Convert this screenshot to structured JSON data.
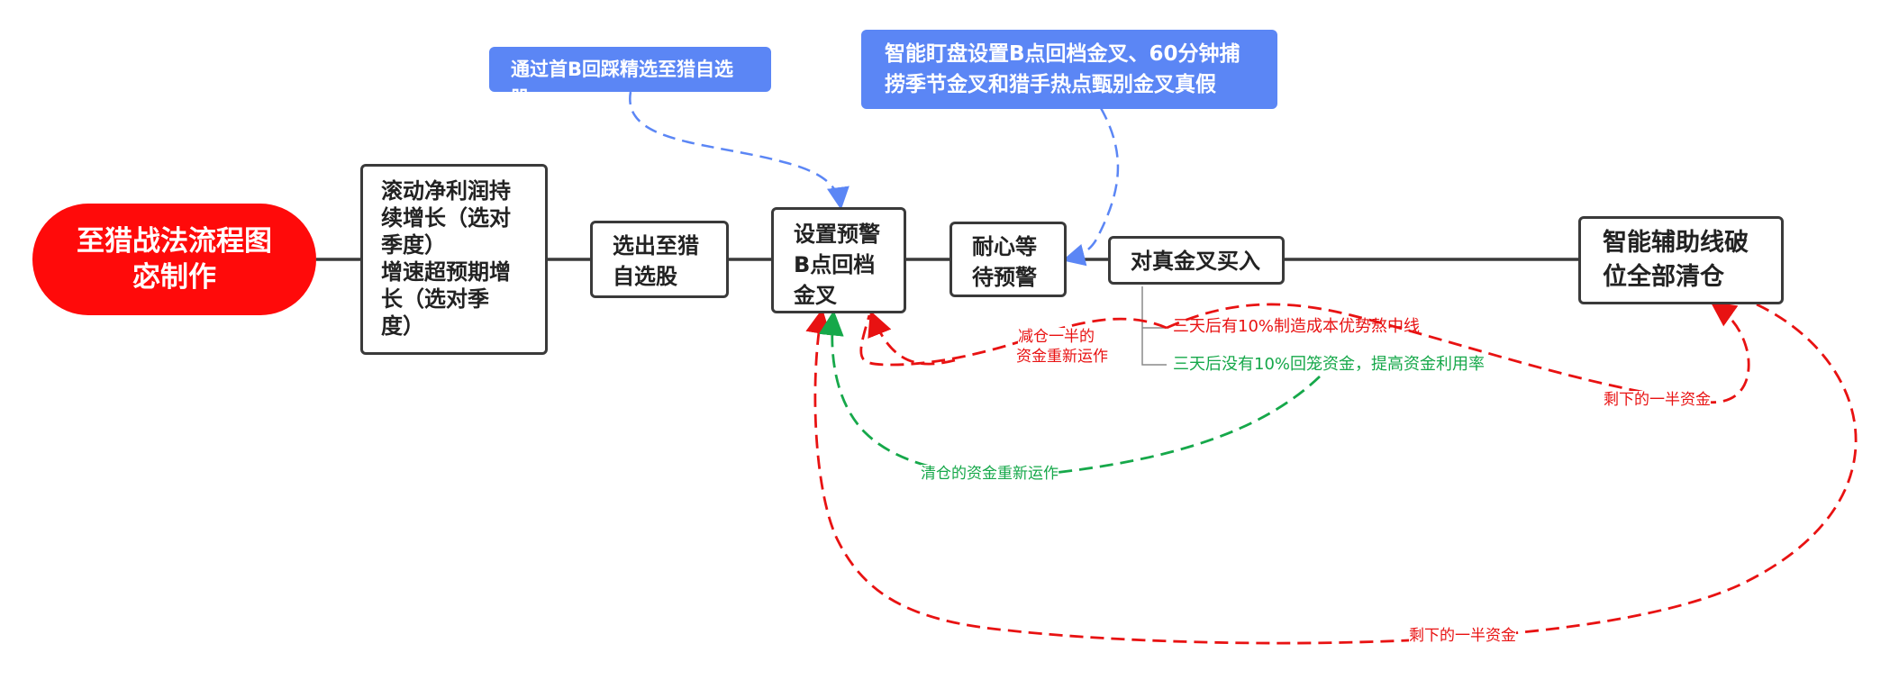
{
  "root": {
    "title_line1": "至猎战法流程图",
    "title_line2": "宓制作"
  },
  "nodes": {
    "criteria": {
      "line1": "滚动净利润持",
      "line2": "续增长（选对",
      "line3": "季度）",
      "line4": "增速超预期增",
      "line5": "长（选对季",
      "line6": "度）"
    },
    "select": {
      "line1": "选出至猎",
      "line2": "自选股"
    },
    "alert": {
      "line1": "设置预警",
      "line2": "B点回档",
      "line3": "金叉"
    },
    "wait": {
      "line1": "耐心等",
      "line2": "待预警"
    },
    "buy": {
      "label": "对真金叉买入"
    },
    "exit": {
      "line1": "智能辅助线破",
      "line2": "位全部清仓"
    }
  },
  "callouts": {
    "first_b": {
      "label": "通过首B回踩精选至猎自选股"
    },
    "smart_monitor": {
      "line1": "智能盯盘设置B点回档金叉、60分钟捕",
      "line2": "捞季节金叉和猎手热点甄别金叉真假"
    }
  },
  "branches": {
    "red_case": {
      "label": "三天后有10%制造成本优势熬中线"
    },
    "green_case": {
      "label": "三天后没有10%回笼资金，提高资金利用率"
    }
  },
  "flow_labels": {
    "reduce_half_1": "减仓一半的",
    "reduce_half_2": "资金重新运作",
    "cleared_rerun": "清仓的资金重新运作",
    "remaining_half_a": "剩下的一半资金",
    "remaining_half_b": "剩下的一半资金"
  },
  "colors": {
    "root_fill": "#ff0a0a",
    "callout_fill": "#5b86f5",
    "node_border": "#3a3a3a",
    "red_flow": "#e81212",
    "green_flow": "#16a84a",
    "blue_flow": "#5b86f5"
  }
}
